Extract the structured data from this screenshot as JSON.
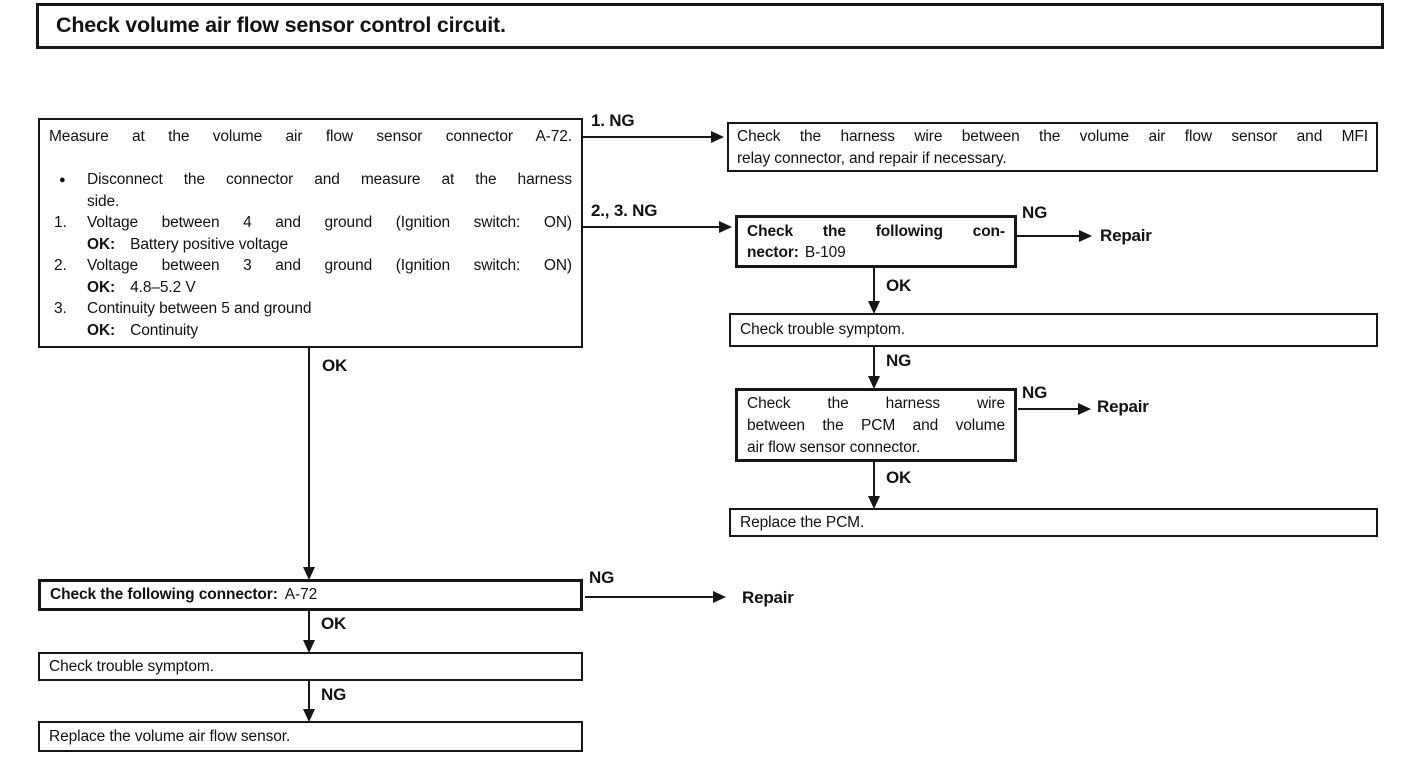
{
  "title": "Check volume air flow sensor control circuit.",
  "labels": {
    "branch1": "1. NG",
    "branch23": "2., 3. NG",
    "ng": "NG",
    "ok": "OK",
    "repair": "Repair"
  },
  "start_box": {
    "header": "Measure at the volume air flow sensor connector A-72.",
    "bullet": {
      "marker": "●",
      "line1": "Disconnect the connector and measure at the harness",
      "line2": "side."
    },
    "steps": [
      {
        "num": "1.",
        "text": "Voltage between 4 and ground (Ignition switch: ON)",
        "ok_label": "OK:",
        "ok_value": "Battery positive voltage"
      },
      {
        "num": "2.",
        "text": "Voltage between 3 and ground (Ignition switch: ON)",
        "ok_label": "OK:",
        "ok_value": "4.8–5.2 V"
      },
      {
        "num": "3.",
        "text": "Continuity between 5 and ground",
        "ok_label": "OK:",
        "ok_value": "Continuity"
      }
    ]
  },
  "boxes": {
    "mfi_harness": {
      "line1": "Check the harness wire between the volume air flow sensor and MFI",
      "line2": "relay connector, and repair if necessary."
    },
    "connector_b109": {
      "line1": "Check the following con-",
      "line2_bold": "nector:",
      "line2_value": "B-109"
    },
    "trouble_symptom_right": "Check trouble symptom.",
    "pcm_harness": {
      "line1": "Check the harness wire",
      "line2": "between the PCM and volume",
      "line3": "air flow sensor connector."
    },
    "replace_pcm": "Replace the PCM.",
    "connector_a72": {
      "bold": "Check the following connector:",
      "value": "A-72"
    },
    "trouble_symptom_left": "Check trouble symptom.",
    "replace_sensor": "Replace the volume air flow sensor."
  },
  "colors": {
    "ink": "#161616",
    "paper": "#ffffff"
  }
}
